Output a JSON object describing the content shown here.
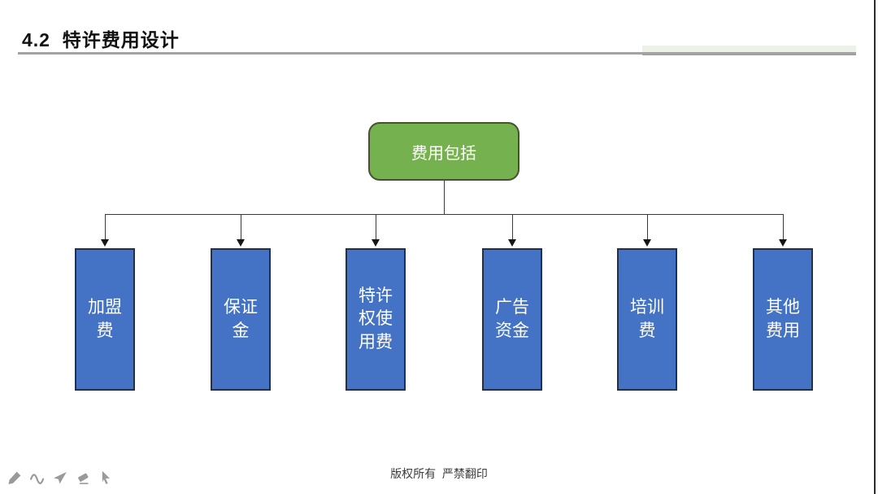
{
  "slide": {
    "title": "4.2  特许费用设计",
    "footer": "版权所有  严禁翻印"
  },
  "diagram": {
    "root": {
      "label": "费用包括"
    },
    "children": [
      {
        "label": "加盟\n费"
      },
      {
        "label": "保证\n金"
      },
      {
        "label": "特许\n权使\n用费"
      },
      {
        "label": "广告\n资金"
      },
      {
        "label": "培训\n费"
      },
      {
        "label": "其他\n费用"
      }
    ]
  },
  "toolbar": {
    "icons": [
      "pen-icon",
      "curve-icon",
      "paper-plane-icon",
      "eraser-icon",
      "cursor-icon"
    ]
  },
  "colors": {
    "root_fill": "#76B14F",
    "root_border": "#44532E",
    "child_fill": "#4472C4",
    "child_border": "#1F3050",
    "connector": "#3A3A3A",
    "divider": "#A3A3A3",
    "divider_accent": "#EDF2E9",
    "icon_gray": "#9A9A9A"
  }
}
